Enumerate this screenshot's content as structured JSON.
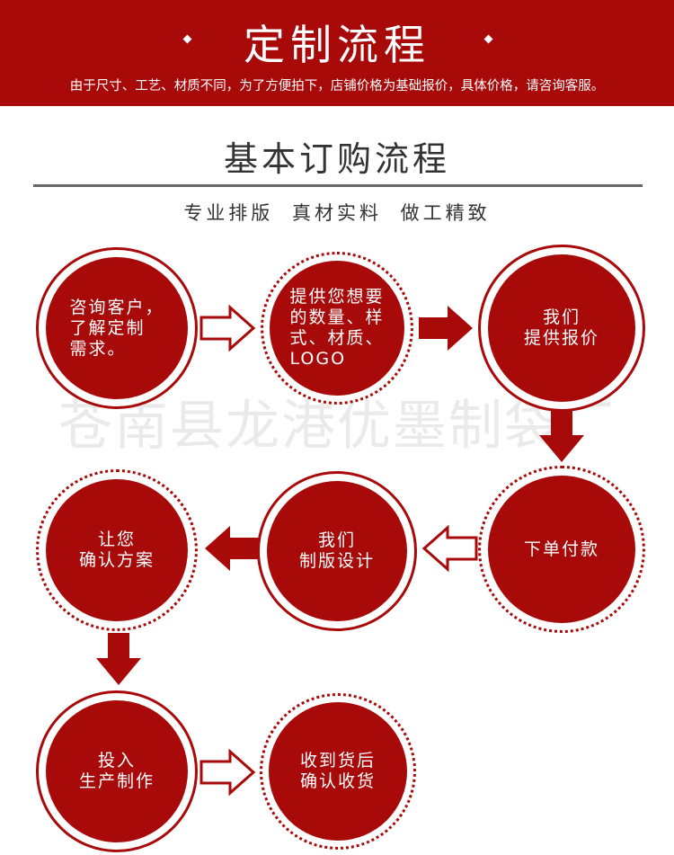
{
  "header": {
    "title": "定制流程",
    "subtitle": "由于尺寸、工艺、材质不同，为了方便拍下，店铺价格为基础报价，具体价格，请咨询客服。"
  },
  "section": {
    "title": "基本订购流程",
    "tagline": "专业排版   真材实料   做工精致"
  },
  "watermark": "苍南县龙港优墨制袋厂",
  "colors": {
    "brand": "#a80a0a",
    "text": "#333333",
    "rule": "#666666"
  },
  "steps": [
    {
      "label": "咨询客户，\n了解定制\n需求。"
    },
    {
      "label": "提供您想要\n的数量、样\n式、材质、\nLOGO"
    },
    {
      "label": "我们\n提供报价"
    },
    {
      "label": "下单付款"
    },
    {
      "label": "我们\n制版设计"
    },
    {
      "label": "让您\n确认方案"
    },
    {
      "label": "投入\n生产制作"
    },
    {
      "label": "收到货后\n确认收货"
    }
  ]
}
